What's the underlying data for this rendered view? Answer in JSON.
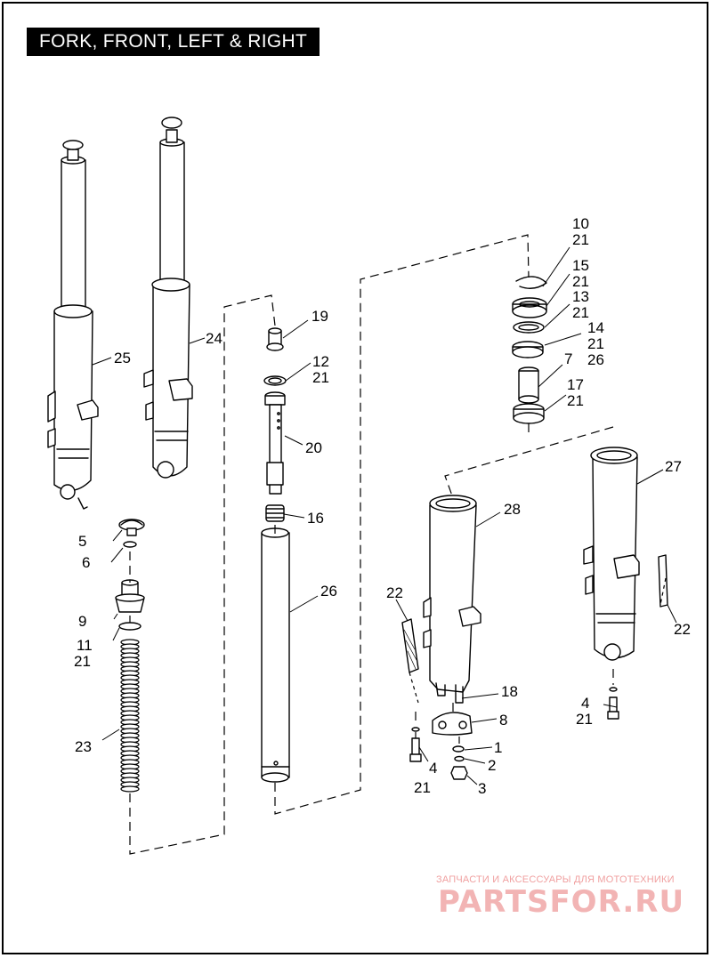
{
  "title": "FORK, FRONT, LEFT & RIGHT",
  "watermark": {
    "subtitle": "ЗАПЧАСТИ И АКСЕССУАРЫ ДЛЯ МОТОТЕХНИКИ",
    "logo": "PARTSFOR.RU"
  },
  "callouts": {
    "c10": "10",
    "c21a": "21",
    "c15": "15",
    "c21b": "21",
    "c13": "13",
    "c21c": "21",
    "c14": "14",
    "c21d": "21",
    "c26a": "26",
    "c7": "7",
    "c17": "17",
    "c21e": "21",
    "c19": "19",
    "c12": "12",
    "c21f": "21",
    "c20": "20",
    "c16": "16",
    "c26b": "26",
    "c25": "25",
    "c24": "24",
    "c5": "5",
    "c6": "6",
    "c9": "9",
    "c11": "11",
    "c21g": "21",
    "c23": "23",
    "c27": "27",
    "c28": "28",
    "c22a": "22",
    "c22b": "22",
    "c18": "18",
    "c8": "8",
    "c1": "1",
    "c2": "2",
    "c3": "3",
    "c4a": "4",
    "c21h": "21",
    "c4b": "4",
    "c21i": "21"
  }
}
